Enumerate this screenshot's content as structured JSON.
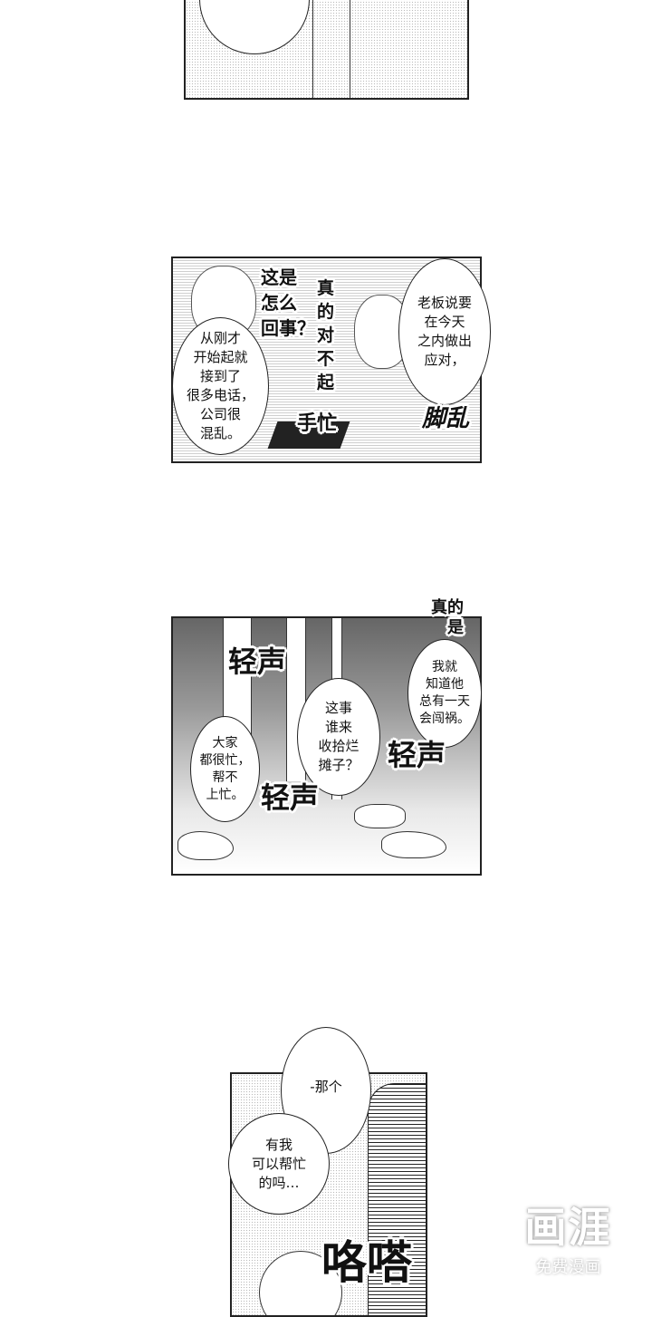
{
  "panel2": {
    "bubble_left": "从刚才\n开始起就\n接到了\n很多电话，\n公司很\n混乱。",
    "shout_top": "这是\n怎么\n回事？",
    "apology": "真\n的\n对\n不\n起",
    "bubble_right": "老板说要\n在今天\n之内做出\n应对，",
    "sfx_left": "手忙",
    "sfx_right": "脚乱"
  },
  "panel3": {
    "top_text": "真的\n是",
    "bubble_right": "我就\n知道他\n总有一天\n会闯祸。",
    "bubble_middle": "这事\n谁来\n收拾烂\n摊子？",
    "bubble_left": "大家\n都很忙，\n帮不\n上忙。",
    "sfx_1": "轻声",
    "sfx_2": "轻声",
    "sfx_3": "轻声"
  },
  "panel4": {
    "bubble_top": "-那个",
    "bubble_main": "有我\n可以帮忙\n的吗…",
    "sfx": "咯嗒"
  },
  "watermark": {
    "logo": "画涯",
    "tagline": "免费漫画"
  }
}
